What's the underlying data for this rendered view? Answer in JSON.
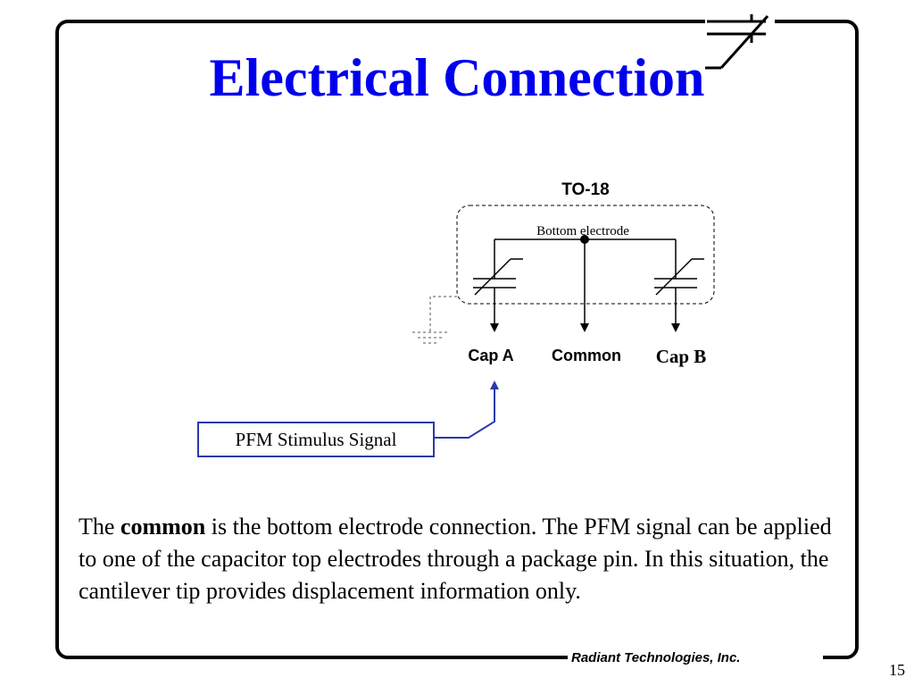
{
  "slide": {
    "title": "Electrical Connection",
    "page_number": "15",
    "footer_company": "Radiant Technologies, Inc."
  },
  "diagram": {
    "package_label": "TO-18",
    "bottom_electrode_label": "Bottom electrode",
    "pins": [
      {
        "label": "Cap A"
      },
      {
        "label": "Common"
      },
      {
        "label": "Cap B"
      }
    ],
    "stimulus_label": "PFM Stimulus Signal",
    "colors": {
      "title": "#0000ee",
      "stimulus": "#2a3aa8",
      "line": "#000000",
      "ground": "#555555"
    }
  },
  "body": {
    "pre": "The ",
    "emphasis": "common",
    "post": " is the bottom electrode connection.  The PFM signal can be applied to one of the capacitor top electrodes through a package pin.  In this situation, the cantilever tip provides displacement information only."
  }
}
